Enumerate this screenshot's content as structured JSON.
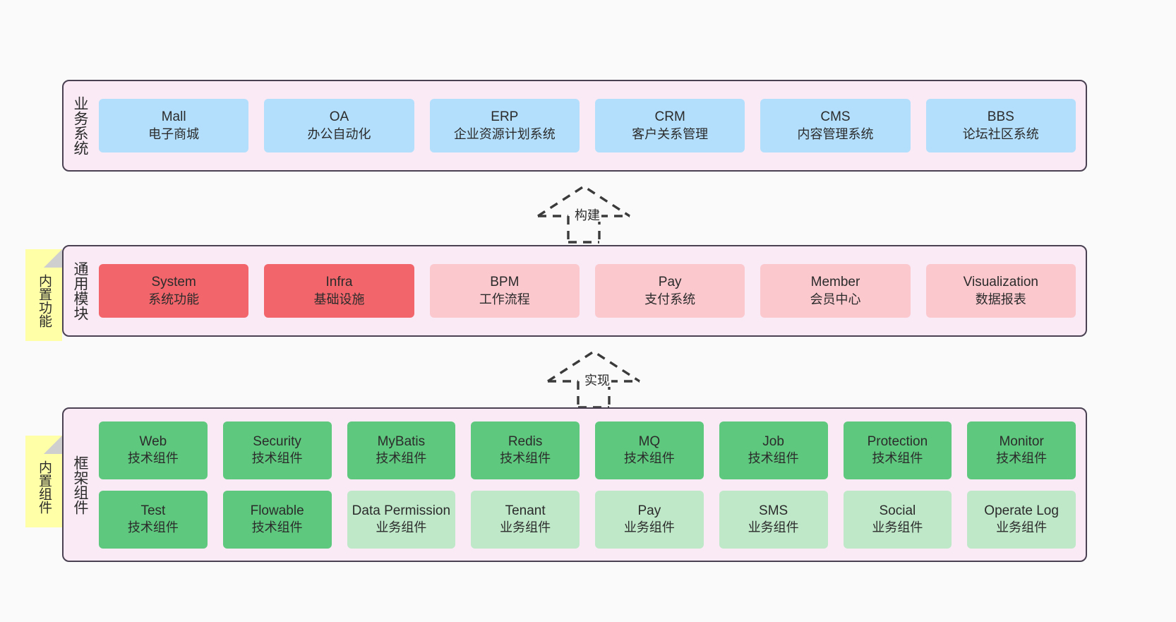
{
  "diagram": {
    "background_color": "#fafafa",
    "layer_fill": "#f9eaf5",
    "layer_border": "#4a4152",
    "colors": {
      "business": "#b3dffc",
      "module_core": "#f2666b",
      "module_optional": "#fbc8ce",
      "tech_component": "#5ec97e",
      "biz_component": "#bfe8c9",
      "sticky": "#ffffa8",
      "sticky_fold": "#cfcfcf"
    }
  },
  "layers": {
    "business": {
      "title": "业务系统",
      "rows": [
        [
          {
            "name": "Mall",
            "sub": "电子商城",
            "color": "blue"
          },
          {
            "name": "OA",
            "sub": "办公自动化",
            "color": "blue"
          },
          {
            "name": "ERP",
            "sub": "企业资源计划系统",
            "color": "blue"
          },
          {
            "name": "CRM",
            "sub": "客户关系管理",
            "color": "blue"
          },
          {
            "name": "CMS",
            "sub": "内容管理系统",
            "color": "blue"
          },
          {
            "name": "BBS",
            "sub": "论坛社区系统",
            "color": "blue"
          }
        ]
      ]
    },
    "modules": {
      "title": "通用模块",
      "sticky": "内置功能",
      "rows": [
        [
          {
            "name": "System",
            "sub": "系统功能",
            "color": "red"
          },
          {
            "name": "Infra",
            "sub": "基础设施",
            "color": "red"
          },
          {
            "name": "BPM",
            "sub": "工作流程",
            "color": "pink"
          },
          {
            "name": "Pay",
            "sub": "支付系统",
            "color": "pink"
          },
          {
            "name": "Member",
            "sub": "会员中心",
            "color": "pink"
          },
          {
            "name": "Visualization",
            "sub": "数据报表",
            "color": "pink"
          }
        ]
      ]
    },
    "framework": {
      "title": "框架组件",
      "sticky": "内置组件",
      "rows": [
        [
          {
            "name": "Web",
            "sub": "技术组件",
            "color": "green"
          },
          {
            "name": "Security",
            "sub": "技术组件",
            "color": "green"
          },
          {
            "name": "MyBatis",
            "sub": "技术组件",
            "color": "green"
          },
          {
            "name": "Redis",
            "sub": "技术组件",
            "color": "green"
          },
          {
            "name": "MQ",
            "sub": "技术组件",
            "color": "green"
          },
          {
            "name": "Job",
            "sub": "技术组件",
            "color": "green"
          },
          {
            "name": "Protection",
            "sub": "技术组件",
            "color": "green"
          },
          {
            "name": "Monitor",
            "sub": "技术组件",
            "color": "green"
          }
        ],
        [
          {
            "name": "Test",
            "sub": "技术组件",
            "color": "green"
          },
          {
            "name": "Flowable",
            "sub": "技术组件",
            "color": "green"
          },
          {
            "name": "Data Permission",
            "sub": "业务组件",
            "color": "lightgreen"
          },
          {
            "name": "Tenant",
            "sub": "业务组件",
            "color": "lightgreen"
          },
          {
            "name": "Pay",
            "sub": "业务组件",
            "color": "lightgreen"
          },
          {
            "name": "SMS",
            "sub": "业务组件",
            "color": "lightgreen"
          },
          {
            "name": "Social",
            "sub": "业务组件",
            "color": "lightgreen"
          },
          {
            "name": "Operate Log",
            "sub": "业务组件",
            "color": "lightgreen"
          }
        ]
      ]
    }
  },
  "arrows": [
    {
      "id": "build",
      "label": "构建",
      "direction": "up",
      "style": "dashed-hollow"
    },
    {
      "id": "implement",
      "label": "实现",
      "direction": "up",
      "style": "dashed-hollow"
    }
  ]
}
